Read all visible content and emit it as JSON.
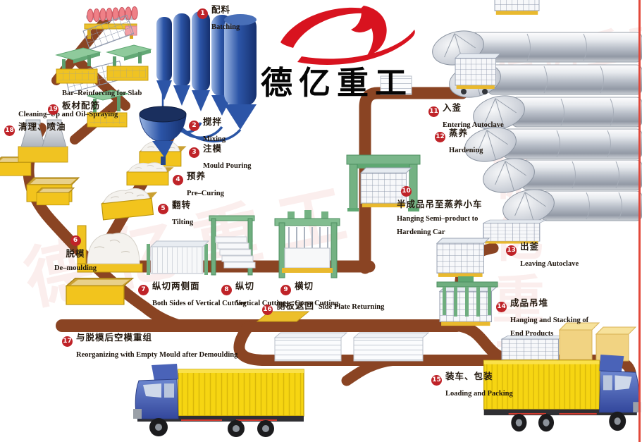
{
  "logo": {
    "brand": "德亿重工"
  },
  "watermark": {
    "text": "德亿重工"
  },
  "stations": [
    {
      "num": "1",
      "cn": "配料",
      "en": "Batching"
    },
    {
      "num": "2",
      "cn": "搅拌",
      "en": "Mixing"
    },
    {
      "num": "3",
      "cn": "注模",
      "en": "Mould Pouring"
    },
    {
      "num": "4",
      "cn": "预养",
      "en": "Pre–Curing"
    },
    {
      "num": "5",
      "cn": "翻转",
      "en": "Tilting"
    },
    {
      "num": "6",
      "cn": "脱模",
      "en": "De–moulding"
    },
    {
      "num": "7",
      "cn": "纵切两侧面",
      "en": "Both Sides of Vertical Cutting"
    },
    {
      "num": "8",
      "cn": "纵切",
      "en": "Vertical Cutting"
    },
    {
      "num": "9",
      "cn": "横切",
      "en": "Cross Cutting"
    },
    {
      "num": "10",
      "cn": "半成品吊至蒸养小车",
      "en": "Hanging Semi–product to\nHardening Car"
    },
    {
      "num": "11",
      "cn": "入釜",
      "en": "Entering Autoclave"
    },
    {
      "num": "12",
      "cn": "蒸养",
      "en": "Hardening"
    },
    {
      "num": "13",
      "cn": "出釜",
      "en": "Leaving Autoclave"
    },
    {
      "num": "14",
      "cn": "成品吊堆",
      "en": "Hanging and Stacking of\nEnd Products"
    },
    {
      "num": "15",
      "cn": "装车、包装",
      "en": "Loading and Packing"
    },
    {
      "num": "16",
      "cn": "侧板返回",
      "en": "Side Plate Returning"
    },
    {
      "num": "17",
      "cn": "与脱模后空模重组",
      "en": "Reorganizing with Empty Mould after Demoulding"
    },
    {
      "num": "18",
      "cn": "清理、喷油",
      "en": "Cleaning–Up and Oil–Spraying"
    },
    {
      "num": "19",
      "cn": "板材配筋",
      "en": "Bar–Reinforcing for Slab"
    }
  ],
  "colors": {
    "accent_red": "#bf2328",
    "logo_red": "#d8131f",
    "conveyor_brown": "#8a4423",
    "mould_yellow": "#f2c41d",
    "machine_green": "#74b283",
    "silo_blue": "#2c55a7",
    "autoclave_silver": "#b7bdc7",
    "truck_cab_blue": "#4a63b8",
    "truck_box_yellow": "#f6d512"
  }
}
